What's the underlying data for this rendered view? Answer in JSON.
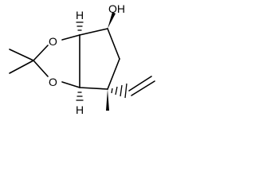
{
  "molecule": {
    "atoms": {
      "hydroxyl": "OH",
      "ring_oxygen_upper": "O",
      "ring_oxygen_lower": "O",
      "stereo_h_upper": "H",
      "stereo_h_lower": "H"
    },
    "colors": {
      "bond": "#000000",
      "text": "#000000",
      "background": "#ffffff"
    }
  }
}
